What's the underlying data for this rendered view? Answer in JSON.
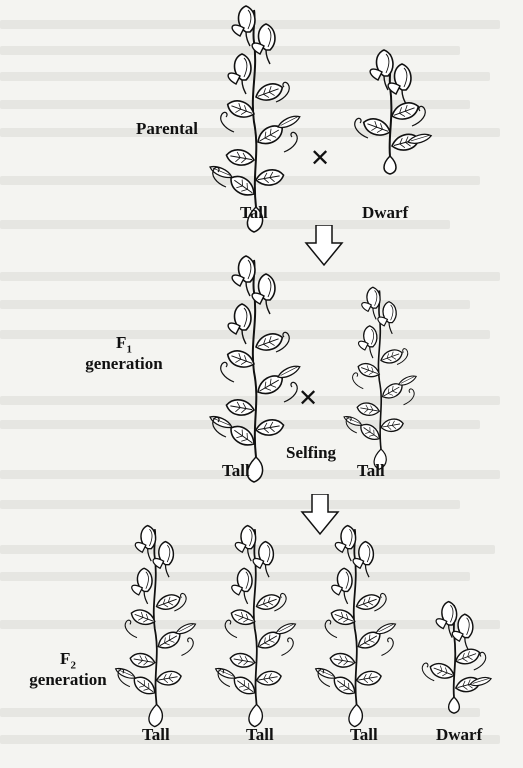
{
  "generations": {
    "parental": "Parental",
    "f1_letter": "F",
    "f1_sub": "1",
    "f1_word": "generation",
    "f2_letter": "F",
    "f2_sub": "2",
    "f2_word": "generation"
  },
  "labels": {
    "p_tall": "Tall",
    "p_dwarf": "Dwarf",
    "f1_tall_left": "Tall",
    "f1_tall_right": "Tall",
    "selfing": "Selfing",
    "f2_tall_1": "Tall",
    "f2_tall_2": "Tall",
    "f2_tall_3": "Tall",
    "f2_dwarf": "Dwarf"
  },
  "symbols": {
    "cross_parental": "✕",
    "cross_f1": "✕"
  }
}
